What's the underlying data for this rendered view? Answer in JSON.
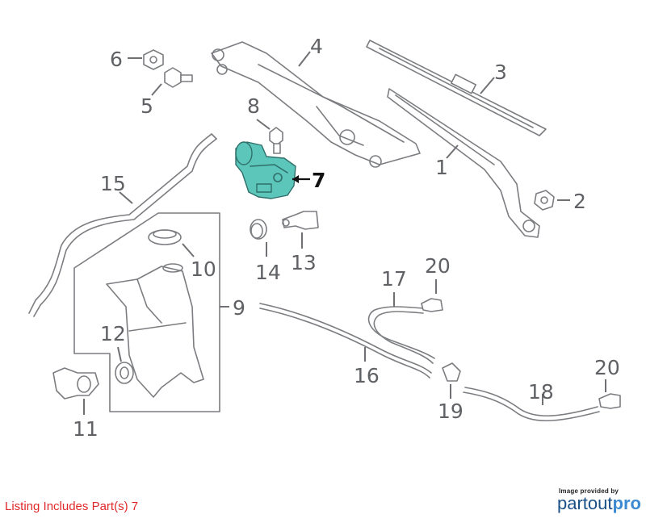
{
  "diagram": {
    "callouts": [
      "1",
      "2",
      "3",
      "4",
      "5",
      "6",
      "7",
      "8",
      "9",
      "10",
      "11",
      "12",
      "13",
      "14",
      "15",
      "16",
      "17",
      "18",
      "19",
      "20",
      "20"
    ],
    "highlighted_part": "7"
  },
  "footer": {
    "note": "Listing Includes Part(s) 7",
    "provider_caption": "Image provided by",
    "brand_main": "partout",
    "brand_accent": "pro"
  },
  "colors": {
    "highlight": "#5cc6bb",
    "note": "#e0292b",
    "brand": "#1a4f86",
    "line": "#7b7d80"
  }
}
